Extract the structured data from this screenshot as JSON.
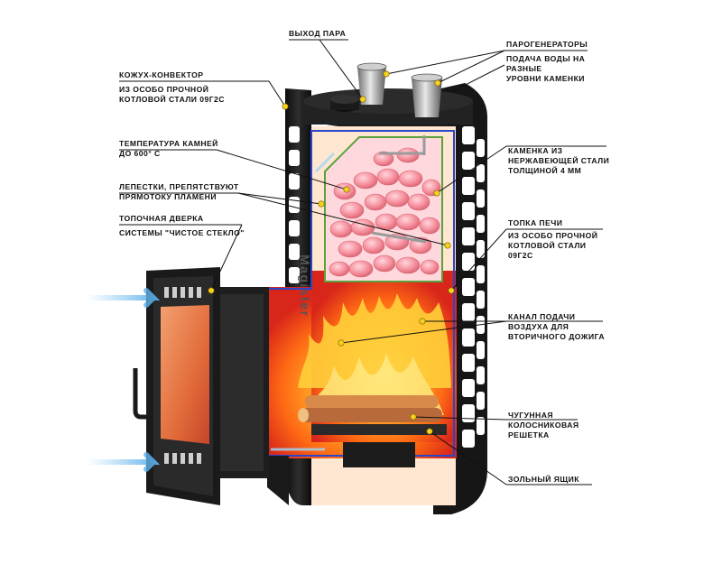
{
  "labels": {
    "steam_out": "ВЫХОД ПАРА",
    "steam_gen": "ПАРОГЕНЕРАТОРЫ",
    "water_supply": "ПОДАЧА ВОДЫ НА\nРАЗНЫЕ\nУРОВНИ КАМЕНКИ",
    "convector_title": "КОЖУХ-КОНВЕКТОР",
    "convector_sub": "ИЗ ОСОБО ПРОЧНОЙ\nКОТЛОВОЙ СТАЛИ 09Г2С",
    "stone_temp": "ТЕМПЕРАТУРА КАМНЕЙ\nДО 600° С",
    "petals": "ЛЕПЕСТКИ, ПРЕПЯТСТВУЮТ\nПРЯМОТОКУ ПЛАМЕНИ",
    "door_title": "ТОПОЧНАЯ ДВЕРКА",
    "door_sub": "СИСТЕМЫ \"ЧИСТОЕ СТЕКЛО\"",
    "stone_box": "КАМЕНКА ИЗ\nНЕРЖАВЕЮЩЕЙ СТАЛИ\nТОЛЩИНОЙ 4 ММ",
    "firebox_title": "ТОПКА ПЕЧИ",
    "firebox_sub": "ИЗ ОСОБО ПРОЧНОЙ\nКОТЛОВОЙ СТАЛИ\n09Г2С",
    "air_channel": "КАНАЛ ПОДАЧИ\nВОЗДУХА ДЛЯ\nВТОРИЧНОГО ДОЖИГА",
    "grate": "ЧУГУННАЯ\nКОЛОСНИКОВАЯ\nРЕШЕТКА",
    "ash_box": "ЗОЛЬНЫЙ ЯЩИК"
  },
  "brand_text": "Magister",
  "colors": {
    "steel": "#1c1c1c",
    "fire_orange": "#ff7a14",
    "fire_red": "#e8361b",
    "stones": "#f59aa6",
    "air_blue": "#7fc4f0",
    "glass": "#e37a44",
    "marker": "#f4d21d"
  },
  "icons": [
    "stove-cutaway-illustration",
    "steam-cup-icon",
    "air-flow-arrow-icon",
    "flame-icon",
    "marker-dot-icon"
  ]
}
